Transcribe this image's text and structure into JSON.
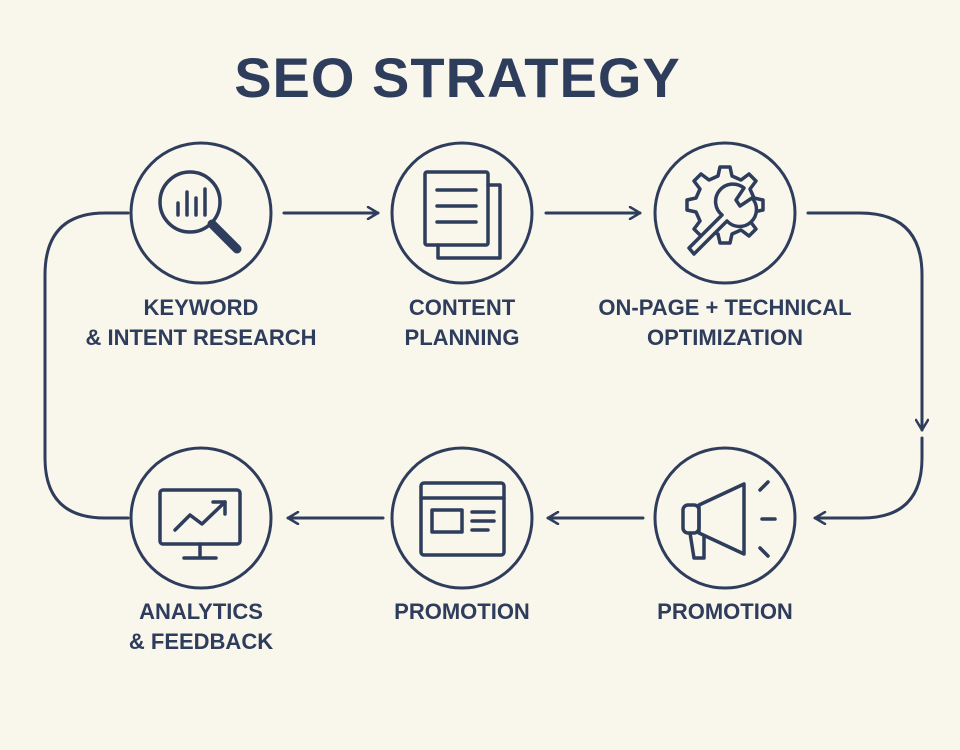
{
  "title": "SEO STRATEGY",
  "colors": {
    "ink": "#2f3d5c",
    "background": "#f9f6ec"
  },
  "steps": [
    {
      "icon": "magnifier-chart-icon",
      "line1": "KEYWORD",
      "line2": "& INTENT RESEARCH"
    },
    {
      "icon": "documents-icon",
      "line1": "CONTENT",
      "line2": "PLANNING"
    },
    {
      "icon": "gear-wrench-icon",
      "line1": "ON-PAGE + TECHNICAL",
      "line2": "OPTIMIZATION"
    },
    {
      "icon": "megaphone-icon",
      "line1": "PROMOTION",
      "line2": ""
    },
    {
      "icon": "browser-window-icon",
      "line1": "PROMOTION",
      "line2": ""
    },
    {
      "icon": "monitor-trend-icon",
      "line1": "ANALYTICS",
      "line2": "& FEEDBACK"
    }
  ]
}
